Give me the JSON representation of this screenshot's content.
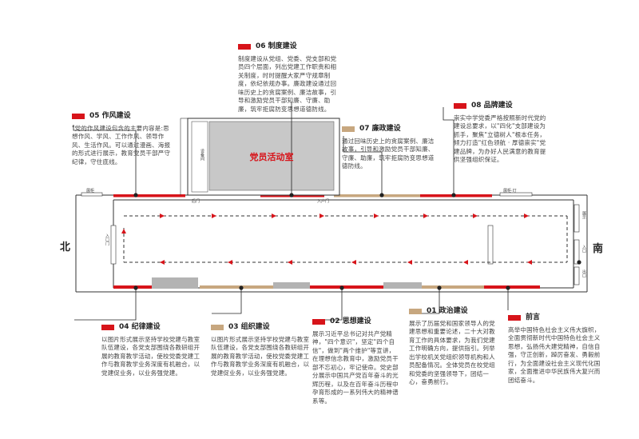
{
  "directions": {
    "north": "北",
    "south": "南"
  },
  "room": {
    "name": "党员活动室",
    "back_door": "后门",
    "entrance": "入户门",
    "side": "设备间"
  },
  "labels": {
    "top_left_fixture": "展柜",
    "top_right_fixture": "展柜·灯",
    "left_wall": "入口门",
    "right_wall_top": "展示",
    "right_wall_mid": "入口",
    "right_wall_bot": "出口"
  },
  "colors": {
    "red": "#d7141a",
    "tan": "#c7a77f",
    "gray": "#b3b3b3",
    "line": "#333333"
  },
  "cards": {
    "c06": {
      "title": "06 制度建设",
      "text": "制度建设从党组、党委、党支部和党员四个层面，列出党建工作职责和相关制度，时时提醒大家严守规章制度，依纪依规办事。廉政建设通过回味历史上的贪腐案例、廉洁故事，引导和激励党员干部知廉、守廉、助廉，筑牢拒腐防变思想道德防线。"
    },
    "c05": {
      "title": "05 作风建设",
      "text": "\"党的作风建设包含的主要内容是:思想作风、学风、工作作风、领导作风、生活作风。可以通过漫画、海报的形式进行展示，教育党员干部严守纪律，守住底线。"
    },
    "c07": {
      "title": "07 廉政建设",
      "text": "通过回味历史上的贪腐案例、廉洁故事，引导和激励党员干部知廉、守廉、助廉，筑牢拒腐防变思想道德防线。"
    },
    "c08": {
      "title": "08 品牌建设",
      "text": "崇实中学党委严格按照新时代党的建设总要求，以\"四化\"支部建设为抓手，聚焦\"立德树人\"根本任务，倾力打造\"红色领航 · 厚德崇实\"党建品牌，为办好人民满意的教育提供坚强组织保证。"
    },
    "c04": {
      "title": "04 纪律建设",
      "text": "以图片形式展示坚持学校党建与教室队伍建设，各党支部围绕各教研组开展的教育教学活动，使校党委党建工作与教育教学业务深度有机融合，以党建促业务，以业务强党建。"
    },
    "c03": {
      "title": "03 组织建设",
      "text": "以图片形式展示坚持学校党建与教室队伍建设，各党支部围绕各教研组开展的教育教学活动，使校党委党建工作与教育教学业务深度有机融合，以党建促业务，以业务强党建。"
    },
    "c02": {
      "title": "02 思想建设",
      "text": "展示习近平总书记对共产党精神，\"四个意识\"，坚定\"四个自信\"，做到\"两个维护\"等宣讲，在理想信念教育中，激励党员干部不忘初心，牢记使命。党史部分展示中国共产党百年奋斗的光辉历程，以及在百年奋斗历程中孕育形成的一系列伟大的精神谱系等。"
    },
    "c01": {
      "title": "01 政治建设",
      "text": "展示了历届党和国家领导人的党建思想和重要论述，二十大对教育工作的具体要求，为我们党建工作明确方向，提供指引。列举出学校机关党组织领导机构和人员配备情况。全体党员在校党组和党委的坚强领导下，团结一心，奋勇前行。"
    },
    "c00": {
      "title": "前言",
      "text": "高举中国特色社会主义伟大旗帜，全面贯彻新时代中国特色社会主义思想，弘扬伟大建党精神，自信自强，守正创新，踔厉奋发、勇毅前行，为全面建设社会主义现代化国家，全面推进中华民族伟大复兴而团结奋斗。"
    }
  }
}
